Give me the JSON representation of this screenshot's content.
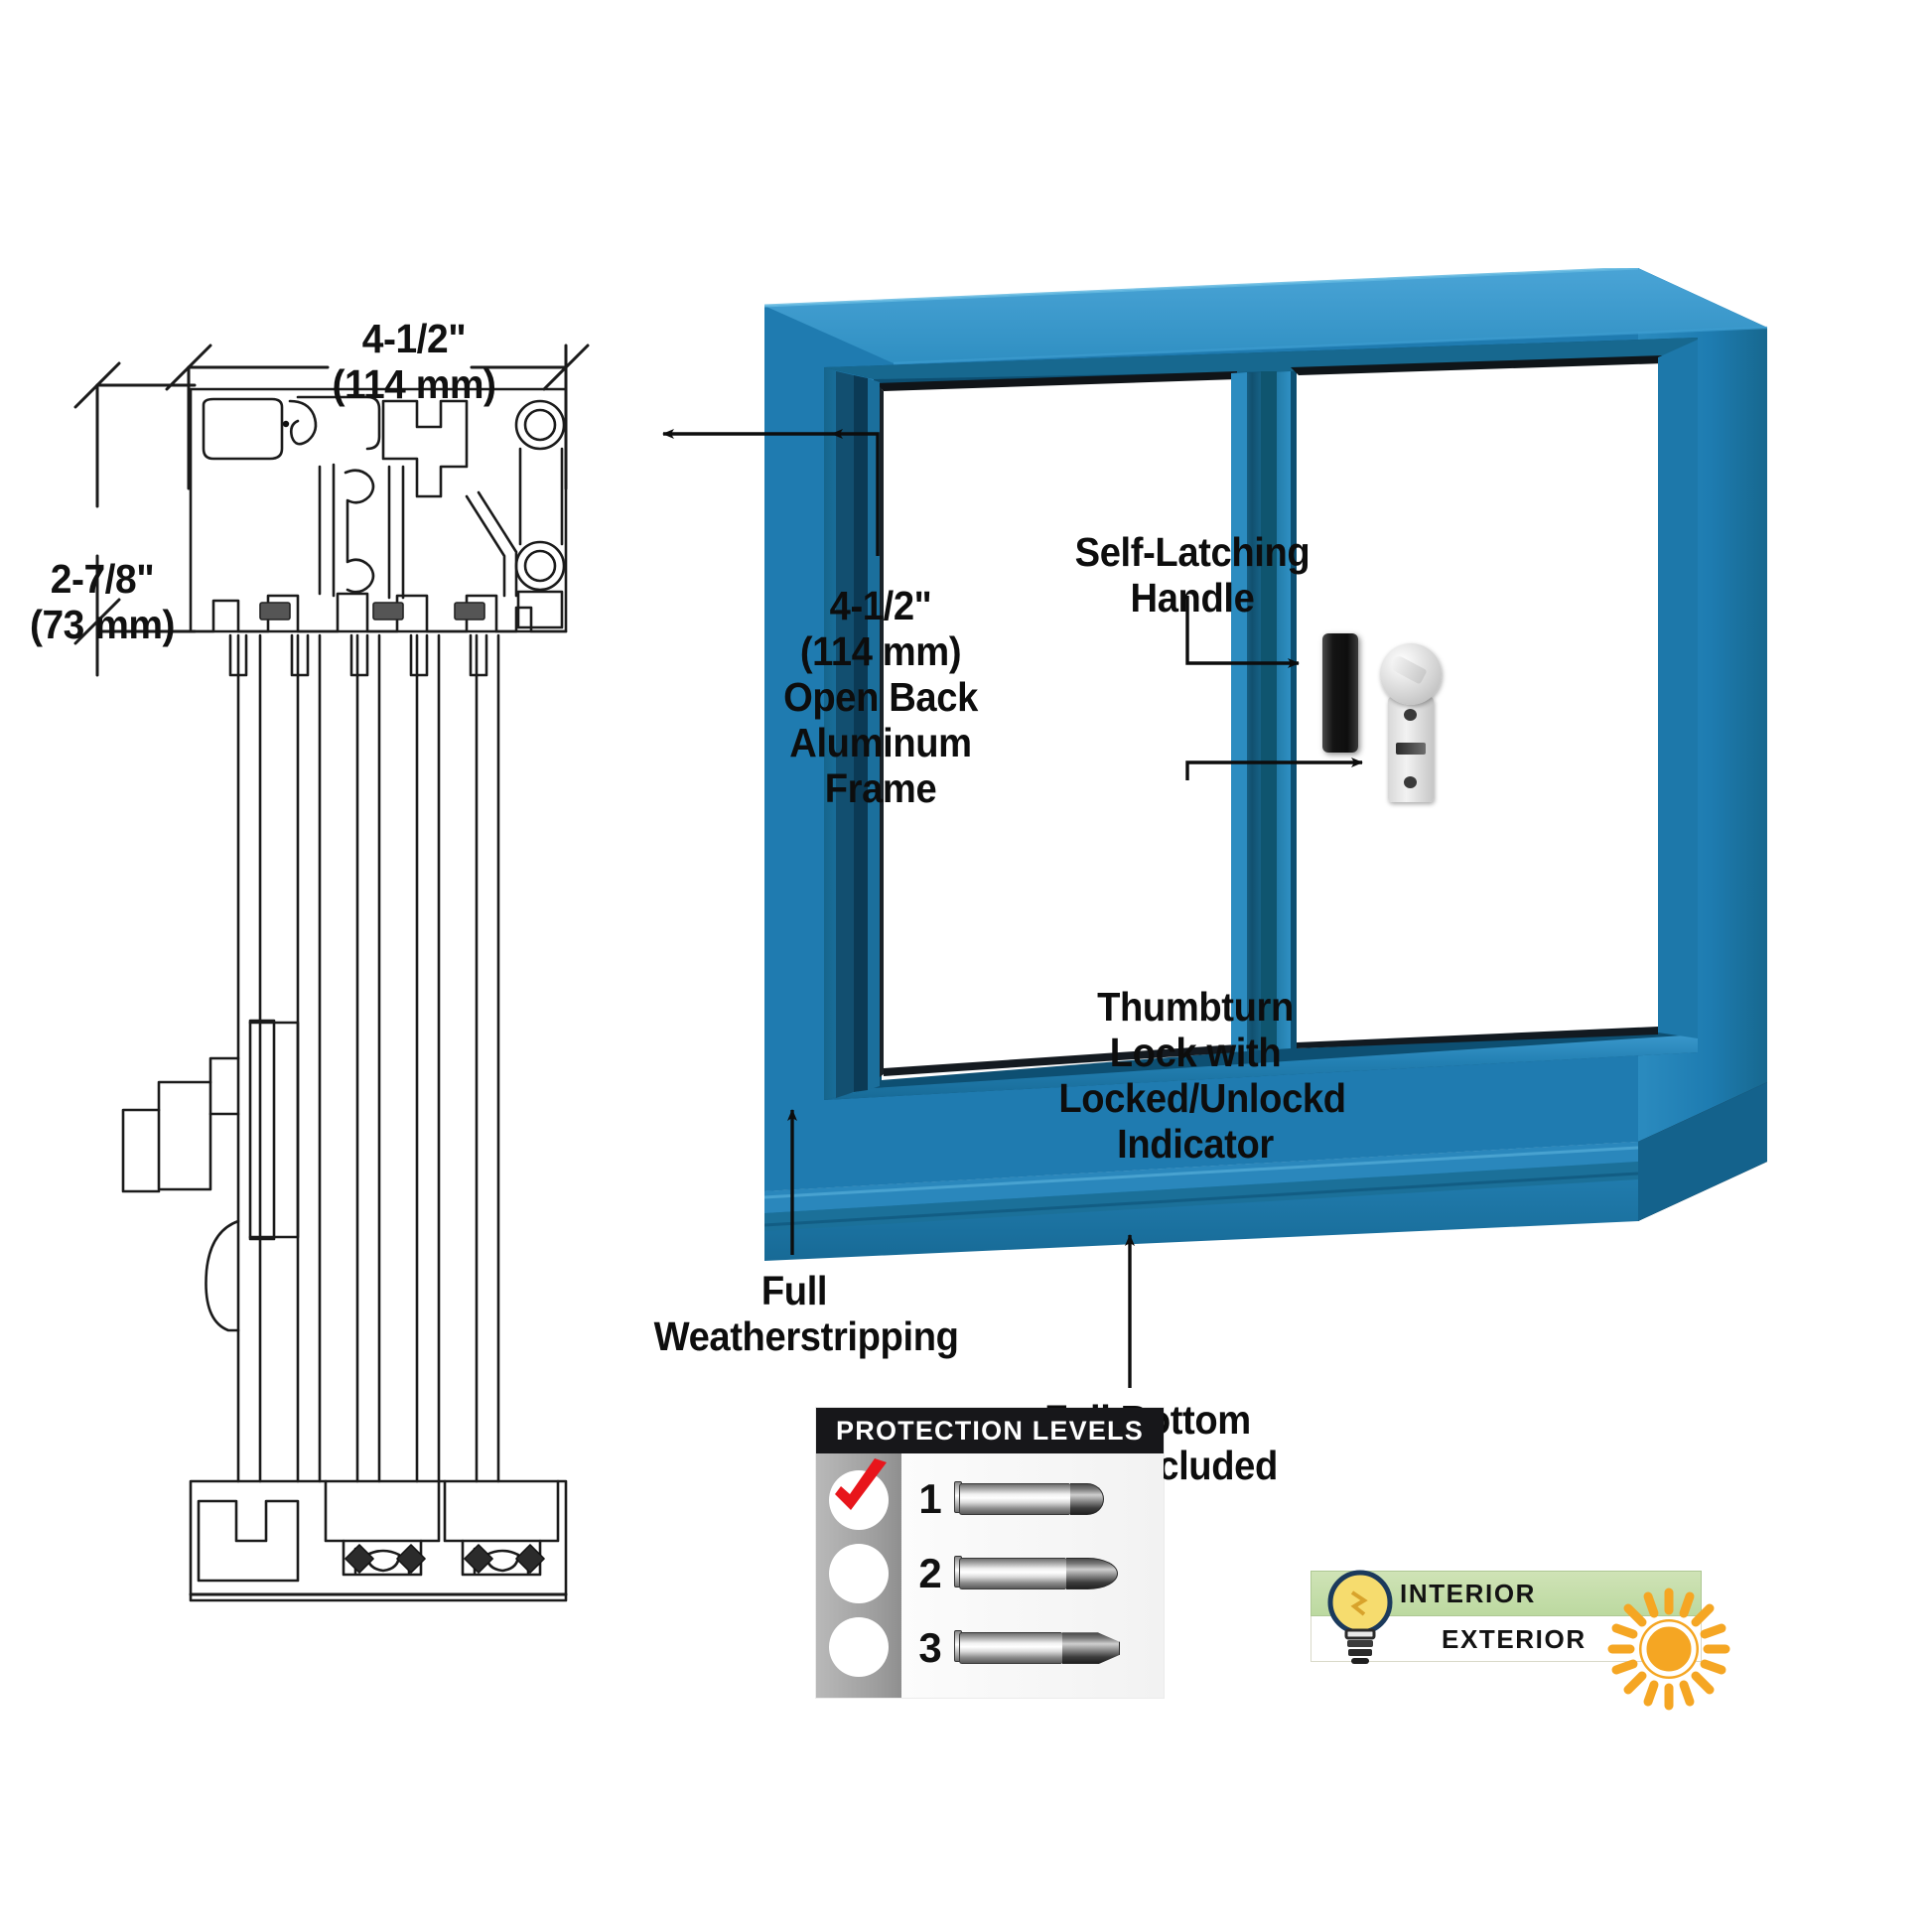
{
  "product": {
    "frame_color_hex": "#1f7bb0",
    "frame_color_dark_hex": "#145b85",
    "frame_color_light_hex": "#3e9ed1"
  },
  "cross_section": {
    "width_dimension": {
      "imperial": "4-1/2\"",
      "metric": "(114 mm)",
      "text": "4-1/2\"\n(114 mm)"
    },
    "height_dimension": {
      "imperial": "2-7/8\"",
      "metric": "(73 mm)",
      "text": "2-7/8\"\n(73 mm)"
    }
  },
  "callouts": {
    "frame": {
      "text": "4-1/2\"\n(114 mm)\nOpen Back\nAluminum\nFrame"
    },
    "handle": {
      "text": "Self-Latching\nHandle"
    },
    "thumbturn": {
      "text": "Thumbturn\nLock with\nLocked/Unlockd\nIndicator"
    },
    "weatherstripping": {
      "text": "Full\nWeatherstripping"
    },
    "bottom_track": {
      "text": "Full Bottom\nTrack Included"
    }
  },
  "protection_levels": {
    "title": "PROTECTION LEVELS",
    "selected": 1,
    "rows": [
      {
        "number": "1",
        "checked": true
      },
      {
        "number": "2",
        "checked": false
      },
      {
        "number": "3",
        "checked": false
      }
    ]
  },
  "interior_exterior_legend": {
    "interior_label": "INTERIOR",
    "exterior_label": "EXTERIOR",
    "interior_icon": "lightbulb-icon",
    "exterior_icon": "sun-icon"
  }
}
